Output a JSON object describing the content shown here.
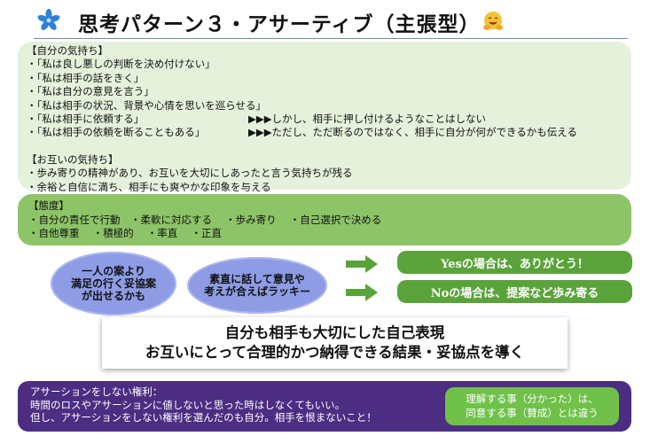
{
  "header": {
    "title": "思考パターン３・アサーティブ（主張型）",
    "flower_icon": "blue-flower-icon",
    "emoji_icon": "hugging-face-icon"
  },
  "feelings_self": {
    "heading": "【自分の気持ち】",
    "items": [
      {
        "text": "・「私は良し悪しの判断を決め付けない」",
        "note": ""
      },
      {
        "text": "・「私は相手の話をきく」",
        "note": ""
      },
      {
        "text": "・「私は自分の意見を言う」",
        "note": ""
      },
      {
        "text": "・「私は相手の状況、背景や心情を思いを巡らせる」",
        "note": ""
      },
      {
        "text": "・「私は相手に依頼する」",
        "note": "▶▶▶しかし、相手に押し付けるようなことはしない"
      },
      {
        "text": "・「私は相手の依頼を断ることもある」",
        "note": "▶▶▶ただし、ただ断るのではなく、相手に自分が何ができるかも伝える"
      }
    ]
  },
  "feelings_mutual": {
    "heading": "【お互いの気持ち】",
    "items": [
      "・歩み寄りの精神があり、お互いを大切にしあったと言う気持ちが残る",
      "・余裕と自信に満ち、相手にも爽やかな印象を与える"
    ]
  },
  "attitude": {
    "heading": "【態度】",
    "line1": "・自分の責任で行動　・柔軟に対応する　 ・歩み寄り　 ・自己選択で決める",
    "line2": "・自他尊重　 ・積極的　 ・率直　 ・正直"
  },
  "clouds": {
    "cloud1": [
      "一人の案より",
      "満足の行く妥協案",
      "が出せるかも"
    ],
    "cloud2": [
      "素直に話して意見や",
      "考えが合えばラッキー"
    ]
  },
  "results": {
    "yes": "Yesの場合は、ありがとう！",
    "no": "Noの場合は、提案など歩み寄る"
  },
  "summary": {
    "line1": "自分も相手も大切にした自己表現",
    "line2": "お互いにとって合理的かつ納得できる結果・妥協点を導く"
  },
  "rights": {
    "line1": "アサーションをしない権利：",
    "line2": "時間のロスやアサーションに値しないと思った時はしなくてもいい。",
    "line3": "但し、アサーションをしない権利を選んだのも自分。相手を恨まないこと！",
    "note1": "理解する事（分かった）は、",
    "note2": "同意する事（賛成）とは違う"
  },
  "colors": {
    "light_green": "#e6f1dc",
    "mid_green": "#8dc468",
    "dark_green": "#5aa33a",
    "cloud_blue": "#8e9ce6",
    "purple": "#4c2d82"
  }
}
